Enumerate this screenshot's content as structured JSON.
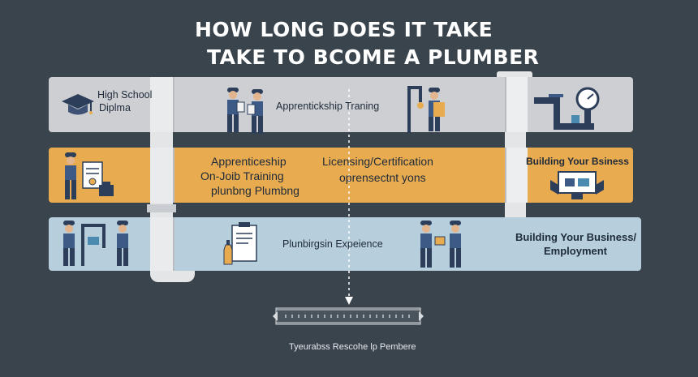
{
  "title": {
    "line1": "HOW LONG DOES IT TAKE",
    "line2": "TAKE TO BCOME A PLUMBER"
  },
  "stages": {
    "high_school": [
      "High School",
      "Diplma"
    ],
    "apprenticeship_training": "Apprentickship Traning",
    "apprenticeship_ojt": [
      "Apprenticeship",
      "On-Joib Training",
      "plunbng Plumbng"
    ],
    "licensing": [
      "Licensing/Certification",
      "oprensectnt yons"
    ],
    "building_business_top": "Building Your Bsiness",
    "plumbing_experience": "Plunbirgsin Expeience",
    "building_business_bottom": [
      "Building Your Business/",
      "Employment"
    ]
  },
  "timeline": {
    "caption": "Tyeurabss Rescohe lp Pembere"
  },
  "colors": {
    "background": "#3a444d",
    "band_gray": "#cdcfd2",
    "band_gold": "#e8ab4f",
    "band_blue": "#b7cfdc",
    "pipe": "#e3e5e7",
    "navy": "#2c3e5a"
  },
  "icons": [
    "graduation-cap-icon",
    "worker-pair-icon",
    "pipe-valve-icon",
    "clipboard-icon",
    "toolbox-icon",
    "pressure-gauge-icon",
    "wrench-hands-icon",
    "spray-bottle-icon"
  ]
}
